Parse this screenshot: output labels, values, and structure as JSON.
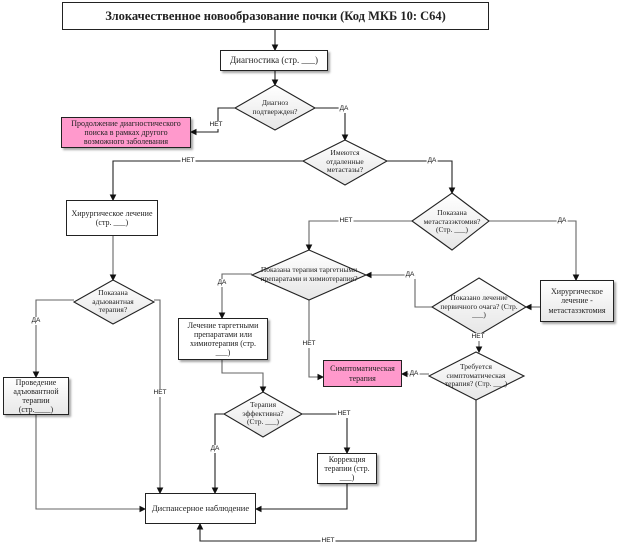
{
  "title": "Злокачественное новообразование почки (Код МКБ 10: С64)",
  "colors": {
    "highlight": "#ff99cc",
    "line": "#222222"
  },
  "nodes": {
    "diagnostics": "Диагностика (стр. ___)",
    "diagnosis_confirmed": "Диагноз подтвержден?",
    "continue_search": "Продолжение диагностического поиска в рамках другого возможного заболевания",
    "distant_metastases": "Имеются отдаленные метастазы?",
    "surgery": "Хирургическое лечение (стр. ___)",
    "metastasectomy_indicated": "Показана метастазэктомия? (Стр. ___)",
    "targeted_indicated": "Показана терапия таргетными препаратами и химиотерапия?",
    "surgery_metastasectomy": "Хирургическое лечение - метастазэктомия",
    "primary_treatment_indicated": "Показано лечение первичного очага? (Стр. ___)",
    "adjuvant_indicated": "Показана адъювантная терапия?",
    "targeted_treatment": "Лечение таргетными препаратами или химиотерапия (стр. ___)",
    "symptomatic_therapy": "Симптоматическая терапия",
    "symptomatic_required": "Требуется симптоматическая терапия? (Стр. ___)",
    "adjuvant_therapy": "Проведение адъювантной терапии (стр.____)",
    "therapy_effective": "Терапия эффективна? (Стр. ___)",
    "therapy_correction": "Коррекция терапии (стр. ___)",
    "dispensary": "Диспансерное наблюдение"
  },
  "labels": {
    "yes": "ДА",
    "no": "НЕТ"
  }
}
